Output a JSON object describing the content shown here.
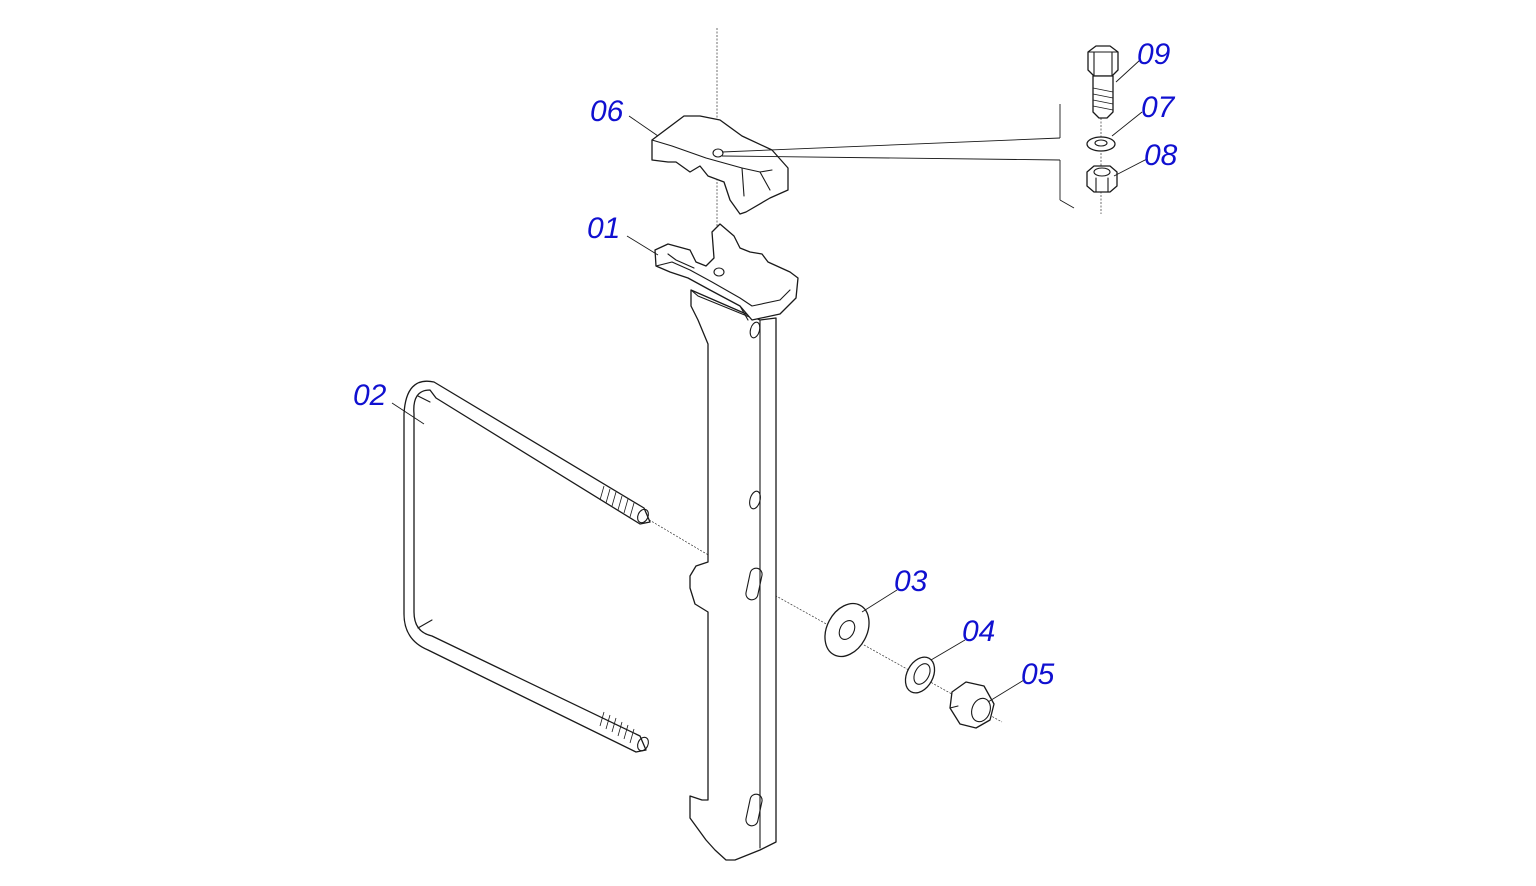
{
  "diagram": {
    "label_color": "#1010d0",
    "line_color": "#1a1a1a",
    "callouts": [
      {
        "id": "c01",
        "label": "01",
        "part": "upper-clamp-plate"
      },
      {
        "id": "c02",
        "label": "02",
        "part": "u-bolt"
      },
      {
        "id": "c03",
        "label": "03",
        "part": "flat-washer"
      },
      {
        "id": "c04",
        "label": "04",
        "part": "spring-lock-washer"
      },
      {
        "id": "c05",
        "label": "05",
        "part": "hex-nut-large"
      },
      {
        "id": "c06",
        "label": "06",
        "part": "clamp-cap"
      },
      {
        "id": "c07",
        "label": "07",
        "part": "washer-small"
      },
      {
        "id": "c08",
        "label": "08",
        "part": "hex-nut-small"
      },
      {
        "id": "c09",
        "label": "09",
        "part": "hex-bolt"
      }
    ]
  }
}
